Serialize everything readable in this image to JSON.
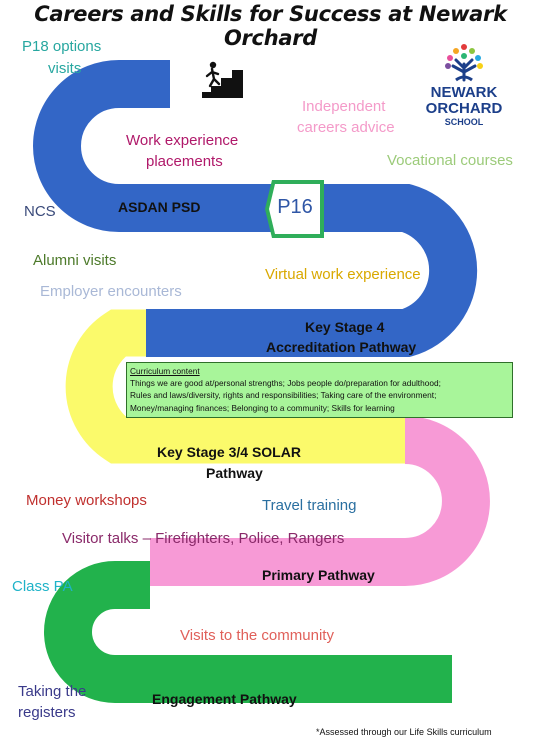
{
  "title": "Careers and Skills for Success at Newark Orchard",
  "logo": {
    "line1": "NEWARK",
    "line2": "ORCHARD",
    "line3": "SCHOOL"
  },
  "p16": "P16",
  "pathways": {
    "asdan": "ASDAN PSD",
    "ks4_line1": "Key Stage 4",
    "ks4_line2": "Accreditation Pathway",
    "ks34_line1": "Key Stage 3/4  SOLAR",
    "ks34_line2": "Pathway",
    "primary": "Primary Pathway",
    "engagement": "Engagement Pathway"
  },
  "curriculum": {
    "title": "Curriculum content",
    "line1": "Things we are good at/personal strengths; Jobs people do/preparation for adulthood;",
    "line2": "Rules and laws/diversity, rights and responsibilities; Taking care of the environment;",
    "line3": "Money/managing finances; Belonging to a community; Skills for learning"
  },
  "labels": {
    "p18_line1": "P18 options",
    "p18_line2": "visits",
    "work_exp_line1": "Work experience",
    "work_exp_line2": "placements",
    "independent_line1": "Independent",
    "independent_line2": "careers advice",
    "vocational": "Vocational courses",
    "ncs": "NCS",
    "alumni": "Alumni visits",
    "virtual": "Virtual work experience",
    "employer": "Employer encounters",
    "money": "Money workshops",
    "travel": "Travel training",
    "visitor": "Visitor talks – Firefighters, Police, Rangers",
    "class_pa": "Class PA",
    "visits_community": "Visits to the community",
    "registers_line1": "Taking the",
    "registers_line2": "registers"
  },
  "footnote": "*Assessed  through our Life Skills curriculum",
  "colors": {
    "blue": "#3366c6",
    "yellow": "#fbfa6b",
    "pink": "#f79ad6",
    "green": "#22b24c",
    "curriculum_bg": "#a8f59a",
    "logo_navy": "#1c3f8a"
  },
  "icons": {
    "climber": "person-climbing-stairs-icon",
    "tree": "tree-logo-icon",
    "p16_arrow": "arrow-badge-icon"
  }
}
